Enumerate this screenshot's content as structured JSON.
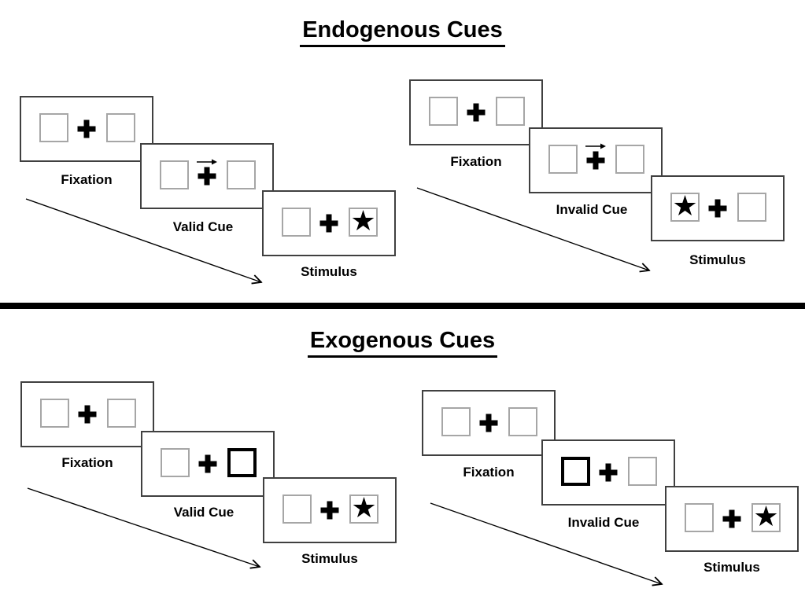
{
  "slide": {
    "background": "#ffffff"
  },
  "icons": {
    "star_glyph": "★",
    "fixation_cross": "plus-cross",
    "cue_arrow": "right-arrow",
    "time_arrow": "diagonal-arrow"
  },
  "colors": {
    "background": "#ffffff",
    "ink": "#000000",
    "panel_border": "#404040",
    "placeholder_border": "#a6a6a6",
    "cue_border": "#000000",
    "divider": "#000000"
  },
  "sections": [
    {
      "title": "Endogenous Cues",
      "sequences": [
        {
          "name": "valid",
          "panels": [
            {
              "label": "Fixation",
              "type": "fixation"
            },
            {
              "label": "Valid Cue",
              "type": "arrow-cue",
              "cue_direction": "right"
            },
            {
              "label": "Stimulus",
              "type": "stimulus",
              "star_side": "right"
            }
          ]
        },
        {
          "name": "invalid",
          "panels": [
            {
              "label": "Fixation",
              "type": "fixation"
            },
            {
              "label": "Invalid Cue",
              "type": "arrow-cue",
              "cue_direction": "right"
            },
            {
              "label": "Stimulus",
              "type": "stimulus",
              "star_side": "left"
            }
          ]
        }
      ]
    },
    {
      "title": "Exogenous Cues",
      "sequences": [
        {
          "name": "valid",
          "panels": [
            {
              "label": "Fixation",
              "type": "fixation"
            },
            {
              "label": "Valid Cue",
              "type": "box-cue",
              "cue_side": "right"
            },
            {
              "label": "Stimulus",
              "type": "stimulus",
              "star_side": "right"
            }
          ]
        },
        {
          "name": "invalid",
          "panels": [
            {
              "label": "Fixation",
              "type": "fixation"
            },
            {
              "label": "Invalid Cue",
              "type": "box-cue",
              "cue_side": "left"
            },
            {
              "label": "Stimulus",
              "type": "stimulus",
              "star_side": "right"
            }
          ]
        }
      ]
    }
  ]
}
